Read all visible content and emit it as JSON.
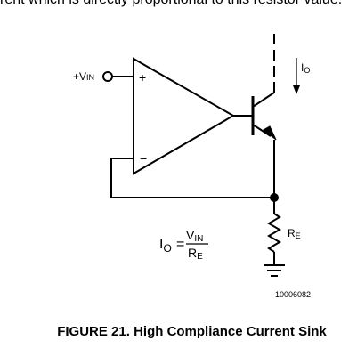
{
  "header_text": "rent which is directly proportional to this resistor value.",
  "schematic": {
    "input_label": "+V",
    "input_label_sub": "IN",
    "opamp_plus": "+",
    "opamp_minus": "−",
    "output_current_label": "I",
    "output_current_sub": "O",
    "resistor_label": "R",
    "resistor_label_sub": "E",
    "formula": {
      "lhs": "I",
      "lhs_sub": "O",
      "equals": "=",
      "numerator": "V",
      "numerator_sub": "IN",
      "denominator": "R",
      "denominator_sub": "E"
    }
  },
  "figure_number": "10006082",
  "caption": "FIGURE 21. High Compliance Current Sink"
}
